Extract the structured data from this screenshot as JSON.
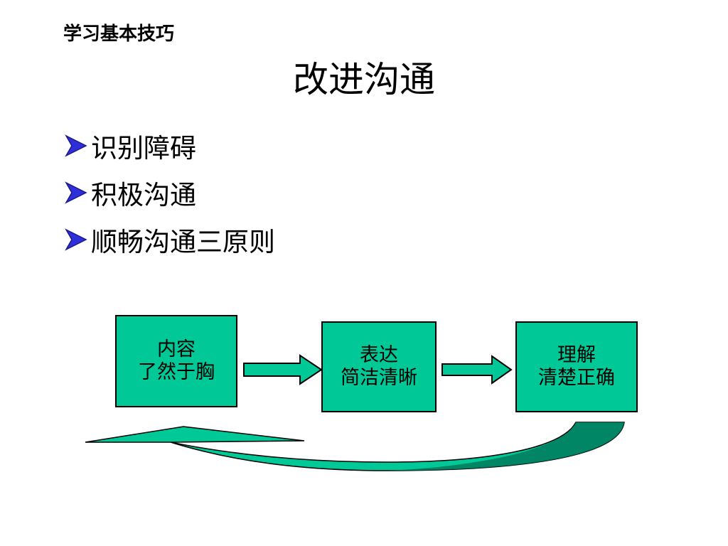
{
  "header": {
    "subtitle": "学习基本技巧",
    "title": "改进沟通"
  },
  "bullets": [
    {
      "text": "识别障碍",
      "icon": "arrowhead-bullet-icon"
    },
    {
      "text": "积极沟通",
      "icon": "arrowhead-bullet-icon"
    },
    {
      "text": "顺畅沟通三原则",
      "icon": "arrowhead-bullet-icon"
    }
  ],
  "diagram": {
    "box_color": "#00c896",
    "arrow_color": "#00c896",
    "bullet_color": "#2f2fd9",
    "boxes": [
      {
        "line1": "内容",
        "line2": "了然于胸"
      },
      {
        "line1": "表达",
        "line2": "简洁清晰"
      },
      {
        "line1": "理解",
        "line2": "清楚正确"
      }
    ]
  }
}
